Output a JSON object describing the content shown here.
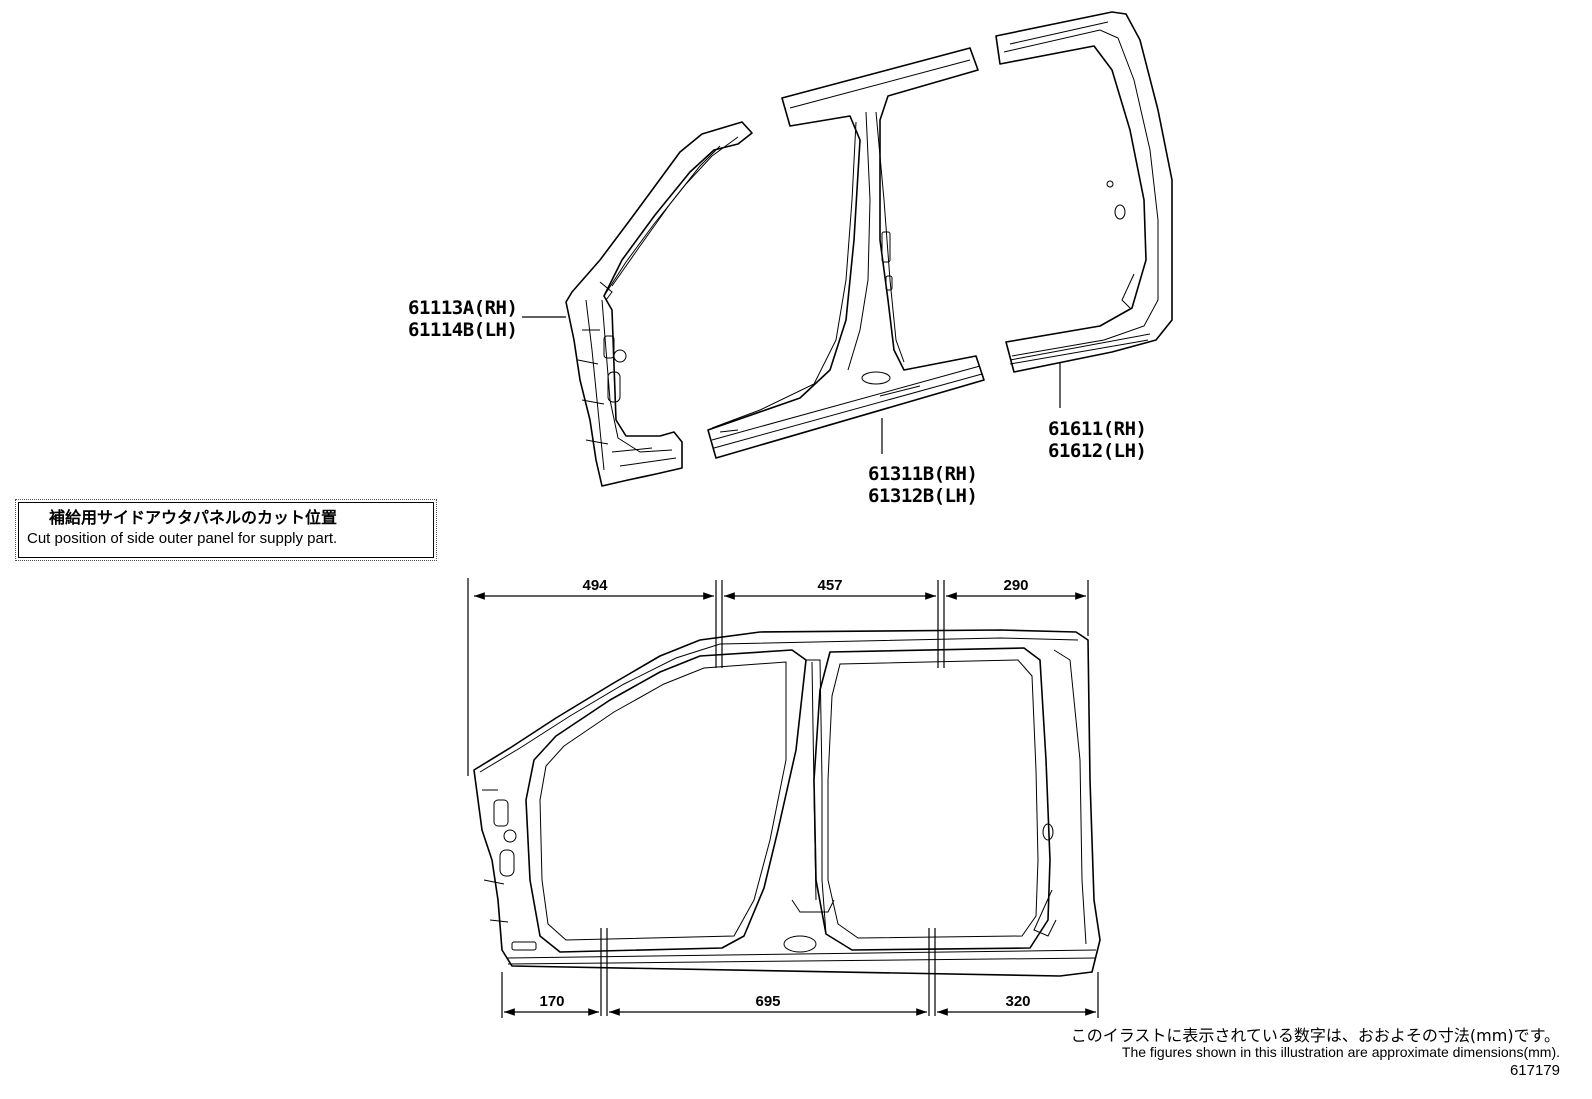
{
  "parts": [
    {
      "rh": "61113A(RH)",
      "lh": "61114B(LH)"
    },
    {
      "rh": "61311B(RH)",
      "lh": "61312B(LH)"
    },
    {
      "rh": "61611(RH)",
      "lh": "61612(LH)"
    }
  ],
  "cut_box": {
    "title_jp": "補給用サイドアウタパネルのカット位置",
    "title_en": "Cut position of side outer panel for supply part."
  },
  "dimensions": {
    "top": [
      "494",
      "457",
      "290"
    ],
    "bottom": [
      "170",
      "695",
      "320"
    ]
  },
  "note": {
    "jp": "このイラストに表示されている数字は、おおよその寸法(mm)です。",
    "en": "The figures shown in this illustration are approximate dimensions(mm).",
    "illustration_id": "617179"
  }
}
